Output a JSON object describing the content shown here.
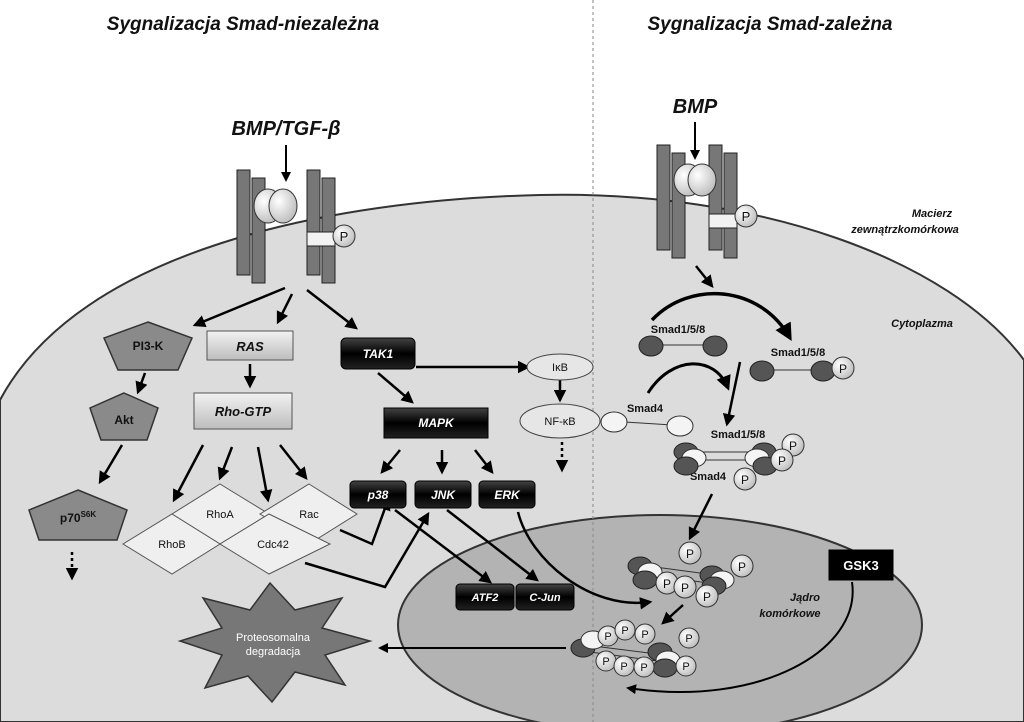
{
  "headers": {
    "left": "Sygnalizacja Smad-niezależna",
    "right": "Sygnalizacja Smad-zależna"
  },
  "ligands": {
    "left": "BMP/TGF-β",
    "right": "BMP"
  },
  "regions": {
    "ecm_line1": "Macierz",
    "ecm_line2": "zewnątrzkomórkowa",
    "cytoplasm": "Cytoplazma",
    "nucleus_line1": "Jądro",
    "nucleus_line2": "komórkowe"
  },
  "nodes": {
    "pi3k": "PI3-K",
    "akt": "Akt",
    "p70_base": "p70",
    "p70_sup": "S6K",
    "ras": "RAS",
    "rho_gtp": "Rho-GTP",
    "rhoa": "RhoA",
    "rac": "Rac",
    "rhob": "RhoB",
    "cdc42": "Cdc42",
    "tak1": "TAK1",
    "mapk": "MAPK",
    "p38": "p38",
    "jnk": "JNK",
    "erk": "ERK",
    "atf2": "ATF2",
    "cjun": "C-Jun",
    "ikb": "IκB",
    "nfkb": "NF-κB",
    "gsk3": "GSK3",
    "proteasome_line1": "Proteosomalna",
    "proteasome_line2": "degradacja"
  },
  "smad": {
    "r_smad_1": "Smad1/5/8",
    "r_smad_2": "Smad1/5/8",
    "smad4_1": "Smad4",
    "r_smad_3": "Smad1/5/8",
    "smad4_2": "Smad4"
  },
  "phospho_label": "P"
}
